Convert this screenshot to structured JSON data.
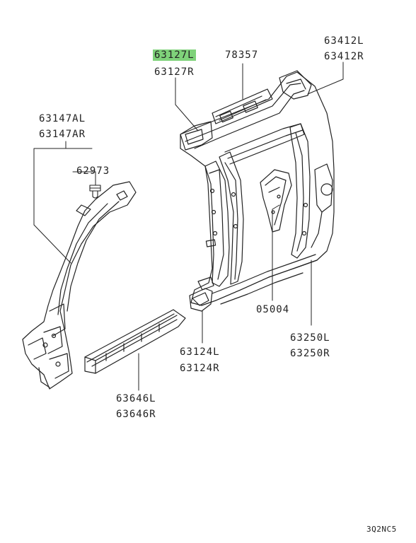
{
  "parts": {
    "p63127": {
      "left": "63127L",
      "right": "63127R"
    },
    "p78357": {
      "label": "78357"
    },
    "p63412": {
      "left": "63412L",
      "right": "63412R"
    },
    "p63147": {
      "left": "63147AL",
      "right": "63147AR"
    },
    "p62973": {
      "label": "62973"
    },
    "p05004": {
      "label": "05004"
    },
    "p63250": {
      "left": "63250L",
      "right": "63250R"
    },
    "p63124": {
      "left": "63124L",
      "right": "63124R"
    },
    "p63646": {
      "left": "63646L",
      "right": "63646R"
    }
  },
  "diagram_code": "3Q2NC5",
  "colors": {
    "highlight": "#7fd27a",
    "line": "#222222"
  }
}
